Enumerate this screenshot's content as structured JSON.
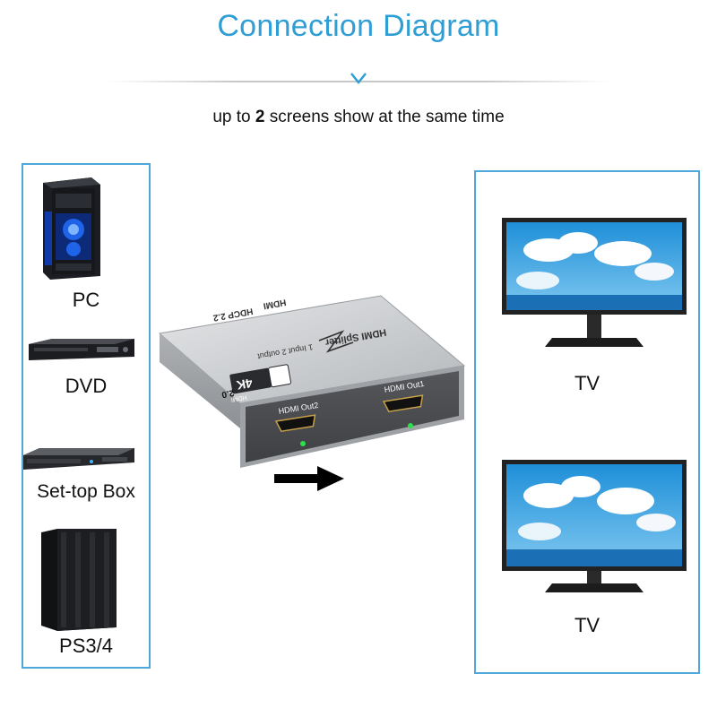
{
  "header": {
    "title": "Connection Diagram",
    "subtitle_prefix": "up to ",
    "subtitle_count": "2",
    "subtitle_suffix": " screens show at the same time"
  },
  "sources": [
    {
      "label": "PC",
      "icon": "pc-tower-icon"
    },
    {
      "label": "DVD",
      "icon": "dvd-player-icon"
    },
    {
      "label": "Set-top Box",
      "icon": "set-top-box-icon"
    },
    {
      "label": "PS3/4",
      "icon": "game-console-icon"
    }
  ],
  "splitter": {
    "brand": "HDMI",
    "hdcp": "HDCP 2.2",
    "name": "HDMI Splitter",
    "spec": "1 Input 2 output",
    "badge_4k": "4K",
    "badge_hdmi": "HDMI",
    "badge_ver": "2.0",
    "port_out2": "HDMI Out2",
    "port_out1": "HDMI Out1"
  },
  "displays": [
    {
      "label": "TV",
      "icon": "tv-icon"
    },
    {
      "label": "TV",
      "icon": "tv-icon"
    }
  ],
  "colors": {
    "title": "#2f9ed4",
    "panel_border": "#4fa8dc",
    "led": "#2de04a",
    "device_body": "#b9bcbf",
    "device_face": "#4a4c50"
  }
}
